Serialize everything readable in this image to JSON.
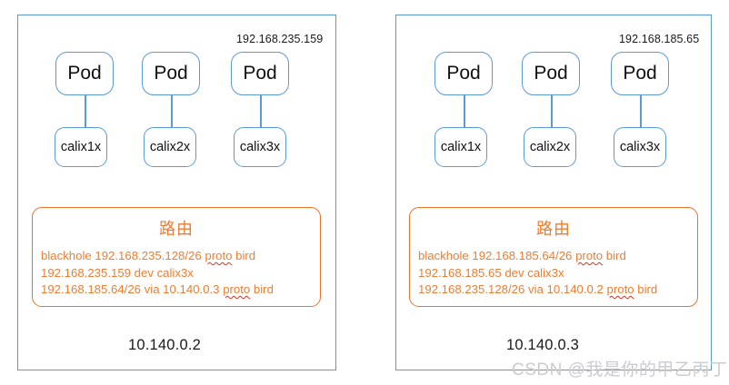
{
  "colors": {
    "panel_border": "#5B9BD5",
    "box_border": "#5B9BD5",
    "routing_border": "#E8732B",
    "routing_text": "#ED7D31",
    "spellcheck_underline": "#E03020",
    "watermark": "#c9ccd1",
    "background": "#ffffff"
  },
  "nodes": [
    {
      "id": "node-left",
      "node_ip": "10.140.0.2",
      "pod_ip_label": "192.168.235.159",
      "pods": [
        {
          "pod_label": "Pod",
          "iface_label": "calix1x"
        },
        {
          "pod_label": "Pod",
          "iface_label": "calix2x"
        },
        {
          "pod_label": "Pod",
          "iface_label": "calix3x"
        }
      ],
      "routing": {
        "title": "路由",
        "lines": [
          [
            {
              "text": "blackhole 192.168.235.128/26 ",
              "spellcheck": false
            },
            {
              "text": "proto",
              "spellcheck": true
            },
            {
              "text": " bird",
              "spellcheck": false
            }
          ],
          [
            {
              "text": "192.168.235.159 dev calix3x",
              "spellcheck": false
            }
          ],
          [
            {
              "text": "192.168.185.64/26 via 10.140.0.3 ",
              "spellcheck": false
            },
            {
              "text": "proto",
              "spellcheck": true
            },
            {
              "text": " bird",
              "spellcheck": false
            }
          ]
        ]
      }
    },
    {
      "id": "node-right",
      "node_ip": "10.140.0.3",
      "pod_ip_label": "192.168.185.65",
      "pods": [
        {
          "pod_label": "Pod",
          "iface_label": "calix1x"
        },
        {
          "pod_label": "Pod",
          "iface_label": "calix2x"
        },
        {
          "pod_label": "Pod",
          "iface_label": "calix3x"
        }
      ],
      "routing": {
        "title": "路由",
        "lines": [
          [
            {
              "text": "blackhole 192.168.185.64/26 ",
              "spellcheck": false
            },
            {
              "text": "proto",
              "spellcheck": true
            },
            {
              "text": " bird",
              "spellcheck": false
            }
          ],
          [
            {
              "text": "192.168.185.65 dev calix3x",
              "spellcheck": false
            }
          ],
          [
            {
              "text": "192.168.235.128/26 via 10.140.0.2 ",
              "spellcheck": false
            },
            {
              "text": "proto",
              "spellcheck": true
            },
            {
              "text": " bird",
              "spellcheck": false
            }
          ]
        ]
      }
    }
  ],
  "watermark": "CSDN @我是你的甲乙丙丁"
}
